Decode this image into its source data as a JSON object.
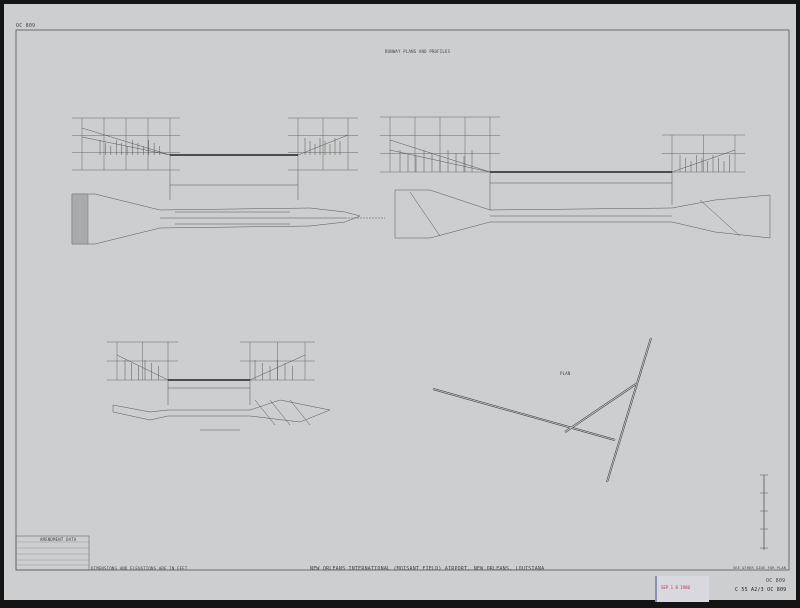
{
  "sheet_id_top": "OC 809",
  "sheet_title": "RUNWAY PLANS AND PROFILES",
  "amendment_box_title": "AMENDMENT DATA",
  "units_note": "DIMENSIONS AND ELEVATIONS ARE IN FEET",
  "main_title": "NEW ORLEANS INTERNATIONAL (MOISANT FIELD) AIRPORT, NEW ORLEANS, LOUISIANA",
  "side_note": "SEE OTHER SIDE FOR PLAN",
  "plan_label": "PLAN",
  "sheet_id_bottom": "OC 809",
  "catalog_number": "C 55 A2/3 OC 809",
  "stamp": {
    "date": "SEP 1 8 1980",
    "color": "#c03050",
    "border_color": "#8a8fb5"
  },
  "colors": {
    "paper": "#cdcecf",
    "frame": "#141414",
    "ink": "#3a3a3a"
  }
}
